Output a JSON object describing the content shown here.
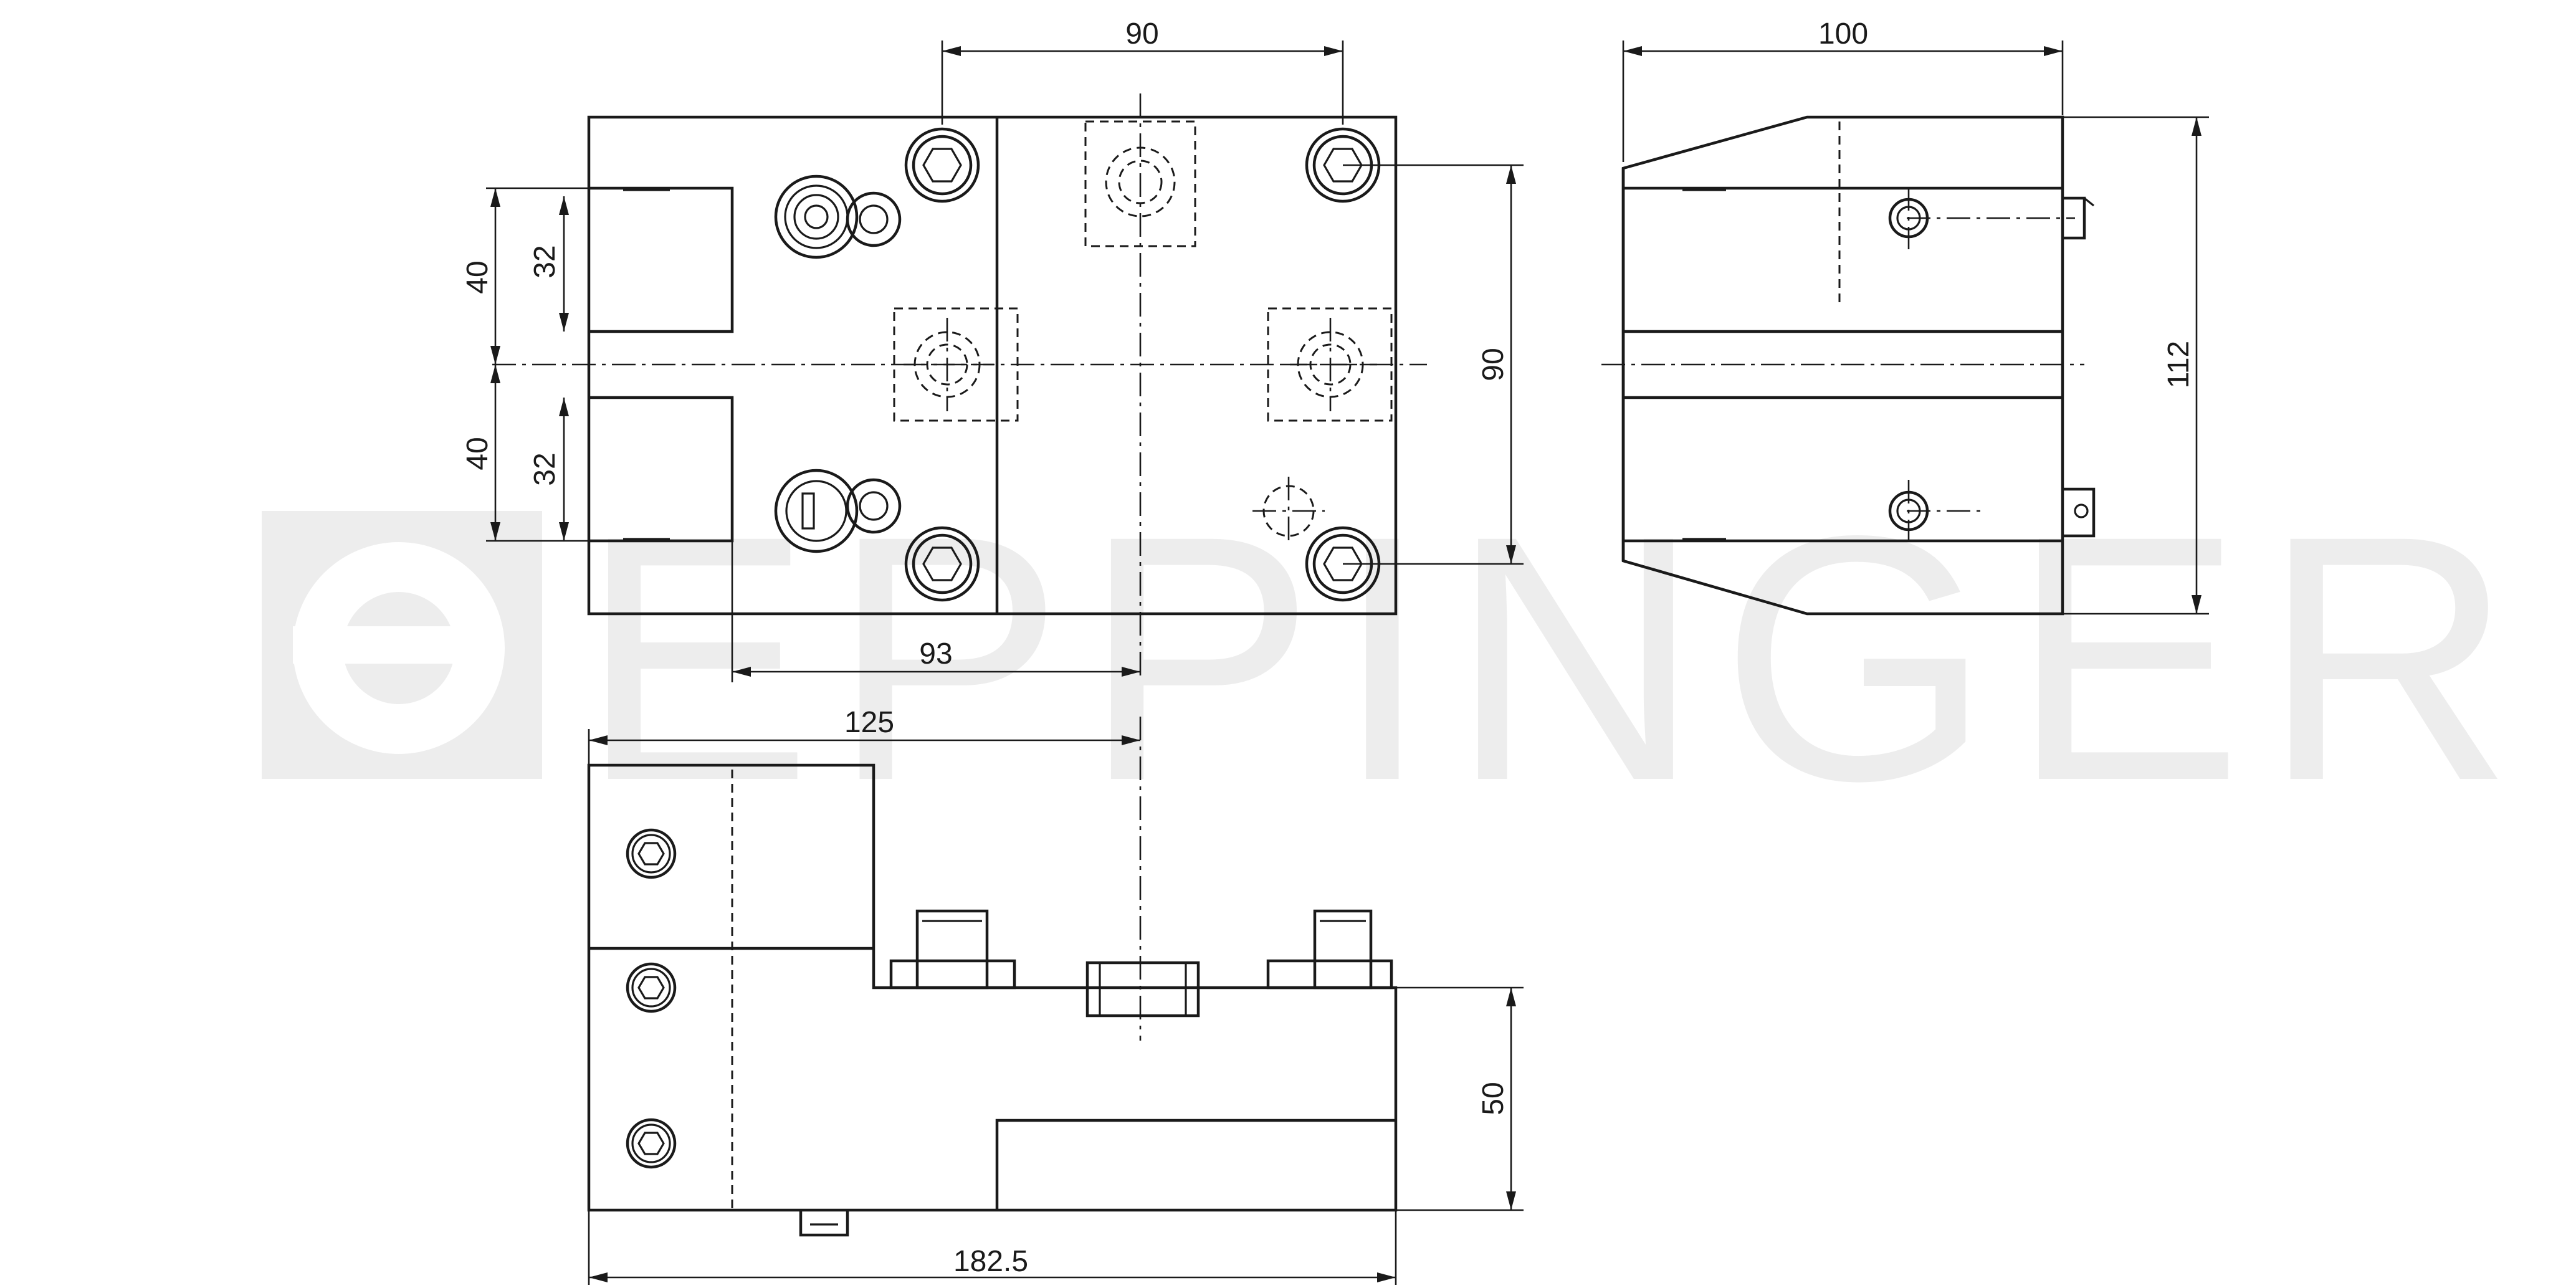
{
  "watermark": {
    "text": "EPPINGER"
  },
  "dimensions": {
    "top_width": "90",
    "top_height": "90",
    "left_upper_outer": "40",
    "left_upper_inner": "32",
    "left_lower_outer": "40",
    "left_lower_inner": "32",
    "bottom_offset": "93",
    "side_width": "100",
    "side_height": "112",
    "front_offset": "125",
    "front_height": "50",
    "front_total_width": "182.5"
  }
}
